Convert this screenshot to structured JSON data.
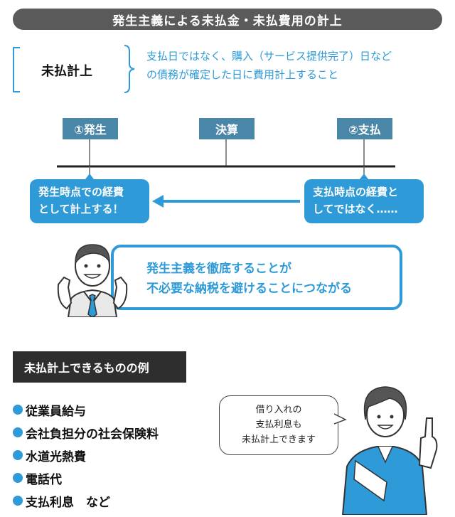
{
  "banner": {
    "title": "発生主義による未払金・未払費用の計上"
  },
  "term": {
    "label": "未払計上",
    "definition_line1": "支払日ではなく、購入（サービス提供完了）日など",
    "definition_line2": "の債務が確定した日に費用計上すること"
  },
  "timeline": {
    "labels": [
      "①発生",
      "決算",
      "②支払"
    ],
    "callout_left": [
      "発生時点での経費",
      "として計上する！"
    ],
    "callout_right": [
      "支払時点の経費と",
      "してではなく……"
    ]
  },
  "message": {
    "line1": "発生主義を徹底することが",
    "line2": "不必要な納税を避けることにつながる"
  },
  "examples": {
    "header": "未払計上できるものの例",
    "items": [
      "従業員給与",
      "会社負担分の社会保険料",
      "水道光熱費",
      "電話代",
      "支払利息　など"
    ]
  },
  "speech": {
    "lines": [
      "借り入れの",
      "支払利息も",
      "未払計上できます"
    ]
  },
  "colors": {
    "accent": "#2e9ad8",
    "label_bg": "#4a86a7",
    "banner_bg": "#5a5a5a",
    "header_bg": "#2e2e2e"
  },
  "icons": [
    "businessman-illustration",
    "businesswoman-illustration",
    "left-arrow-icon",
    "curly-brace-icon"
  ]
}
